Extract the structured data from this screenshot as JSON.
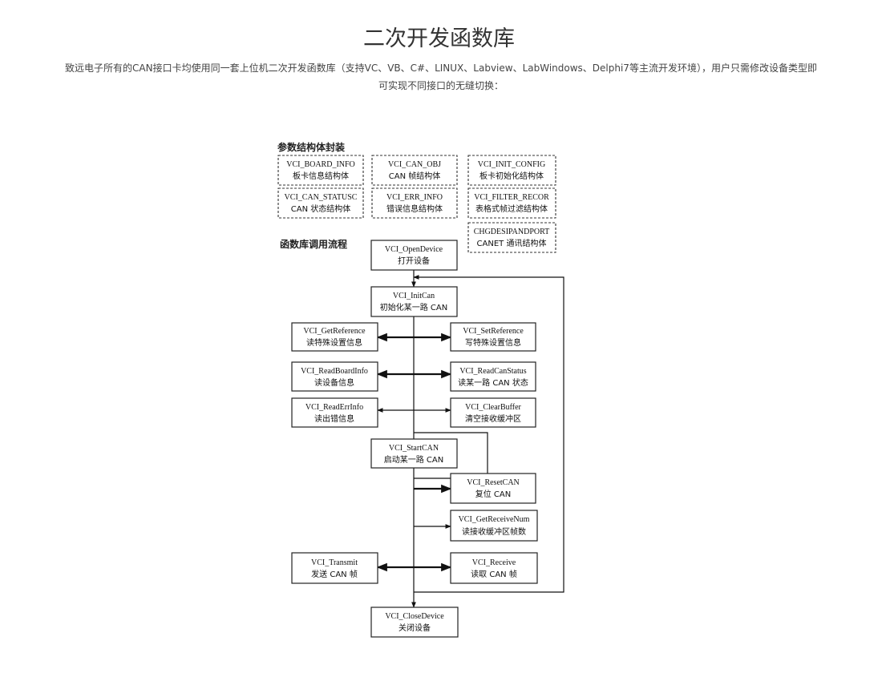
{
  "page": {
    "title": "二次开发函数库",
    "description": "致远电子所有的CAN接口卡均使用同一套上位机二次开发函数库（支持VC、VB、C#、LINUX、Labview、LabWindows、Delphi7等主流开发环境），用户只需修改设备类型即可实现不同接口的无缝切换："
  },
  "diagram": {
    "struct_header": "参数结构体封装",
    "flow_header": "函数库调用流程",
    "structs": {
      "board_info": {
        "name": "VCI_BOARD_INFO",
        "desc": "板卡信息结构体"
      },
      "can_obj": {
        "name": "VCI_CAN_OBJ",
        "desc": "CAN 帧结构体"
      },
      "init_config": {
        "name": "VCI_INIT_CONFIG",
        "desc": "板卡初始化结构体"
      },
      "can_status": {
        "name": "VCI_CAN_STATUSC",
        "desc": "CAN 状态结构体"
      },
      "err_info": {
        "name": "VCI_ERR_INFO",
        "desc": "错误信息结构体"
      },
      "filter_record": {
        "name": "VCI_FILTER_RECOR",
        "desc": "表格式帧过滤结构体"
      },
      "chgdesip": {
        "name": "CHGDESIPANDPORT",
        "desc": "CANET 通讯结构体"
      }
    },
    "functions": {
      "open_device": {
        "name": "VCI_OpenDevice",
        "desc": "打开设备"
      },
      "init_can": {
        "name": "VCI_InitCan",
        "desc": "初始化某一路 CAN"
      },
      "get_reference": {
        "name": "VCI_GetReference",
        "desc": "读特殊设置信息"
      },
      "set_reference": {
        "name": "VCI_SetReference",
        "desc": "写特殊设置信息"
      },
      "read_board_info": {
        "name": "VCI_ReadBoardInfo",
        "desc": "读设备信息"
      },
      "read_can_status": {
        "name": "VCI_ReadCanStatus",
        "desc": "读某一路 CAN 状态"
      },
      "read_err_info": {
        "name": "VCI_ReadErrInfo",
        "desc": "读出错信息"
      },
      "clear_buffer": {
        "name": "VCI_ClearBuffer",
        "desc": "清空接收缓冲区"
      },
      "start_can": {
        "name": "VCI_StartCAN",
        "desc": "启动某一路 CAN"
      },
      "reset_can": {
        "name": "VCI_ResetCAN",
        "desc": "复位 CAN"
      },
      "get_receive_num": {
        "name": "VCI_GetReceiveNum",
        "desc": "读接收缓冲区帧数"
      },
      "transmit": {
        "name": "VCI_Transmit",
        "desc": "发送 CAN 帧"
      },
      "receive": {
        "name": "VCI_Receive",
        "desc": "读取 CAN 帧"
      },
      "close_device": {
        "name": "VCI_CloseDevice",
        "desc": "关闭设备"
      }
    }
  }
}
